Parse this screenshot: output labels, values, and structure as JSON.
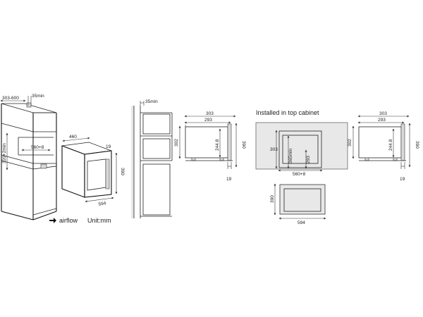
{
  "labels": {
    "d303_600": "303-600",
    "d35min_a": "35min",
    "d320_2": "320+2min",
    "d560_8_a": "560+8",
    "d460": "460",
    "d19_a": "19",
    "d390_a": "390",
    "d594_a": "594",
    "airflow": "airflow",
    "unit": "Unit:mm",
    "d35min_b": "35min",
    "d303_b": "303",
    "d293_b": "293",
    "d302_b": "302",
    "d244_8_b": "244.8",
    "d390_b": "390",
    "d19_b": "19",
    "installed": "Installed in top cabinet",
    "d303_c": "303",
    "d365min": "365min",
    "d293_c": "293",
    "d560_8_c": "560+8",
    "d390_d": "390",
    "d594_d": "594",
    "d303_e": "303",
    "d293_e": "293",
    "d302_e": "302",
    "d244_8_e": "244.8",
    "d390_e": "390",
    "d19_e": "19"
  }
}
